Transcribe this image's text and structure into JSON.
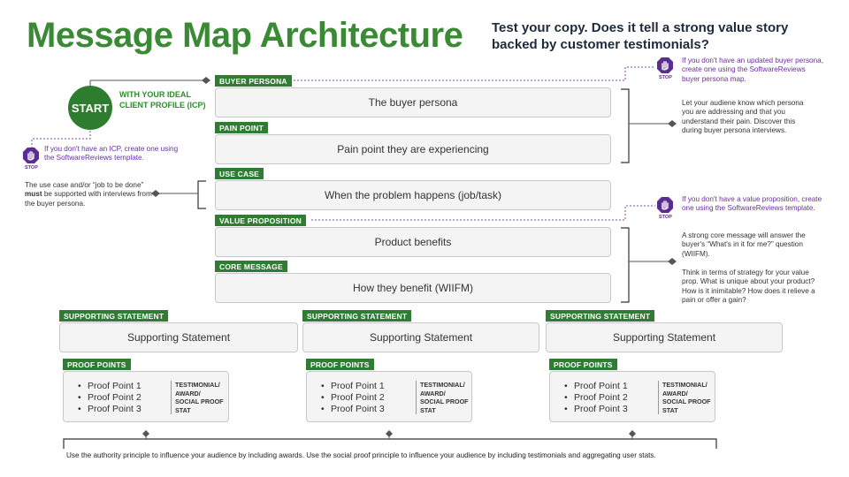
{
  "title": "Message Map Architecture",
  "subtitle": "Test your copy. Does it tell a strong value story backed by customer testimonials?",
  "start": {
    "label": "START",
    "description": "WITH YOUR IDEAL CLIENT PROFILE (ICP)"
  },
  "stop_label": "STOP",
  "main_boxes": [
    {
      "label": "BUYER PERSONA",
      "text": "The buyer persona"
    },
    {
      "label": "PAIN POINT",
      "text": "Pain point they are experiencing"
    },
    {
      "label": "USE CASE",
      "text": "When the problem happens (job/task)"
    },
    {
      "label": "VALUE PROPOSITION",
      "text": "Product benefits"
    },
    {
      "label": "CORE MESSAGE",
      "text": "How they benefit (WIIFM)"
    }
  ],
  "columns": [
    {
      "supporting_label": "SUPPORTING STATEMENT",
      "supporting_text": "Supporting Statement",
      "proof_label": "PROOF POINTS",
      "proof_points": [
        "Proof Point 1",
        "Proof Point 2",
        "Proof Point 3"
      ],
      "testimonial_lines": [
        "TESTIMONIAL/",
        "AWARD/",
        "SOCIAL PROOF",
        "STAT"
      ]
    },
    {
      "supporting_label": "SUPPORTING STATEMENT",
      "supporting_text": "Supporting Statement",
      "proof_label": "PROOF POINTS",
      "proof_points": [
        "Proof Point 1",
        "Proof Point 2",
        "Proof Point 3"
      ],
      "testimonial_lines": [
        "TESTIMONIAL/",
        "AWARD/",
        "SOCIAL PROOF",
        "STAT"
      ]
    },
    {
      "supporting_label": "SUPPORTING STATEMENT",
      "supporting_text": "Supporting Statement",
      "proof_label": "PROOF POINTS",
      "proof_points": [
        "Proof Point 1",
        "Proof Point 2",
        "Proof Point 3"
      ],
      "testimonial_lines": [
        "TESTIMONIAL/",
        "AWARD/",
        "SOCIAL PROOF",
        "STAT"
      ]
    }
  ],
  "notes": {
    "icp_stop": "If you don't have an ICP, create one using the SoftwareReviews template.",
    "buyer_stop": "If you don't have an updated buyer persona, create one using the SoftwareReviews buyer persona map.",
    "persona_pain": "Let your audiene know which persona you are addressing and that you understand their pain. Discover this during buyer persona interviews.",
    "use_case_pre": "The use case and/or “job to be done”",
    "use_case_bold": "must",
    "use_case_post": "be supported with interviews from the buyer persona.",
    "value_stop": "If you don't have a value proposition, create one using the SoftwareReviews template.",
    "core_message_1": "A strong core message will answer the buyer's “What's in it for me?” question (WIIFM).",
    "core_message_2": "Think in terms of strategy for your value prop. What is unique about your product? How is it inimitable? How does it relieve a pain or offer a gain?"
  },
  "footer": "Use the authority principle to influence your audience by including awards. Use the social proof principle to influence your audience by including testimonials and aggregating user stats.",
  "colors": {
    "title_green": "#3a8a35",
    "label_green": "#2e7d32",
    "stop_purple": "#5c2d91",
    "note_purple": "#6a2fa0"
  }
}
